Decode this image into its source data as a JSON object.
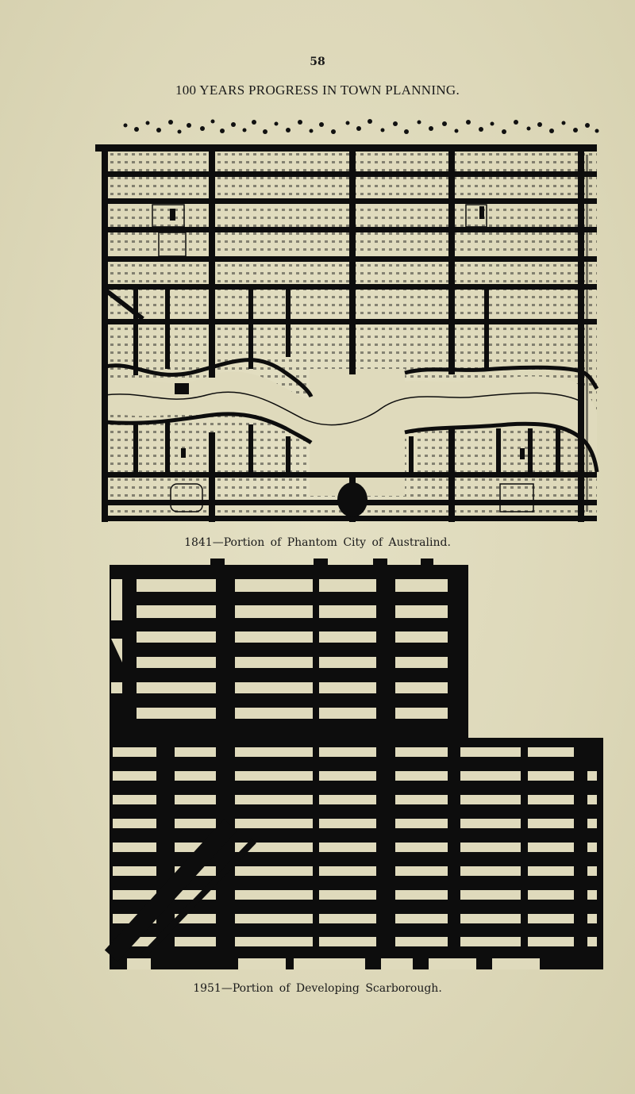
{
  "page": {
    "number": "58",
    "running_title": "100 YEARS PROGRESS IN TOWN PLANNING.",
    "background_color": "#e0dcbe",
    "ink_color": "#0d0d0d"
  },
  "figures": [
    {
      "id": "australind-1841",
      "type": "town-plan-map",
      "caption": "1841—Portion of Phantom City of Australind.",
      "features": [
        "rectangular street grid",
        "winding river reserve",
        "central park",
        "circular plaza",
        "trees along northern edge",
        "subdivided lots"
      ]
    },
    {
      "id": "scarborough-1951",
      "type": "town-plan-map",
      "caption": "1951—Portion of Developing Scarborough.",
      "features": [
        "dense rectangular street grid",
        "diagonal road in south-west",
        "solid black roads"
      ]
    }
  ]
}
